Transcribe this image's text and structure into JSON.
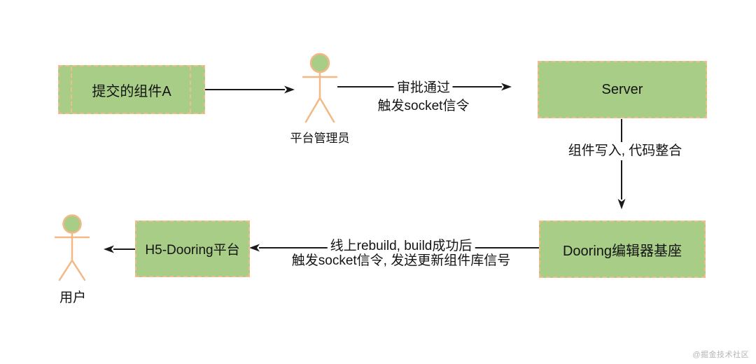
{
  "diagram": {
    "title_hint": "component publish flow",
    "colors": {
      "node_fill": "#a7cd86",
      "node_border": "#f2bd8b",
      "actor_stroke": "#f2b886",
      "arrow": "#1a1a1a",
      "text": "#141414",
      "watermark": "#b5b5b5",
      "background": "#ffffff"
    },
    "nodes": [
      {
        "id": "component-a",
        "label": "提交的组件A"
      },
      {
        "id": "server",
        "label": "Server"
      },
      {
        "id": "dooring-editor",
        "label": "Dooring编辑器基座"
      },
      {
        "id": "h5-dooring",
        "label": "H5-Dooring平台"
      }
    ],
    "actors": [
      {
        "id": "admin",
        "label": "平台管理员"
      },
      {
        "id": "user",
        "label": "用户"
      }
    ],
    "edges": {
      "submit": {
        "from": "component-a",
        "to": "admin",
        "label": ""
      },
      "approve": {
        "from": "admin",
        "to": "server",
        "line1": "审批通过",
        "line2": "触发socket信令"
      },
      "write": {
        "from": "server",
        "to": "dooring-editor",
        "label": "组件写入, 代码整合"
      },
      "rebuild": {
        "from": "dooring-editor",
        "to": "h5-dooring",
        "line1": "线上rebuild, build成功后",
        "line2": "触发socket信令, 发送更新组件库信号"
      },
      "deliver": {
        "from": "h5-dooring",
        "to": "user",
        "label": ""
      }
    },
    "watermark": {
      "text": "@掘金技术社区"
    }
  }
}
